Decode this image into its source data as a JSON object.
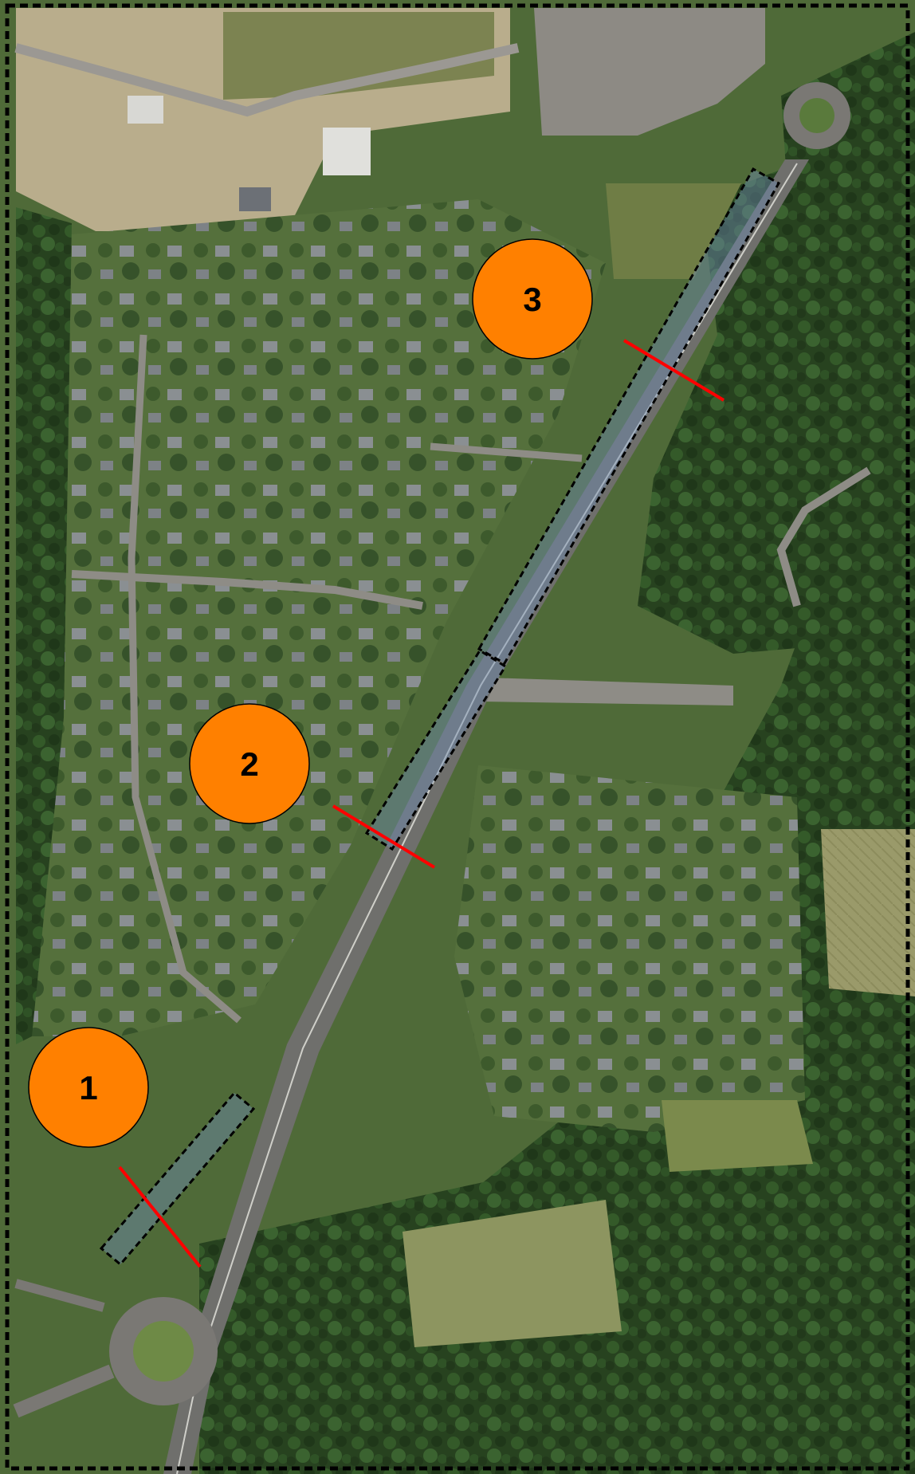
{
  "map": {
    "type": "aerial-photo",
    "colors": {
      "marker_fill": "#FF8000",
      "marker_stroke": "#000000",
      "section_line": "#FF0000",
      "corridor_outline": "#000000",
      "corridor_fill": "#6E8CB4",
      "frame": "#000000"
    },
    "markers": [
      {
        "id": "1",
        "label": "1"
      },
      {
        "id": "2",
        "label": "2"
      },
      {
        "id": "3",
        "label": "3"
      }
    ]
  }
}
